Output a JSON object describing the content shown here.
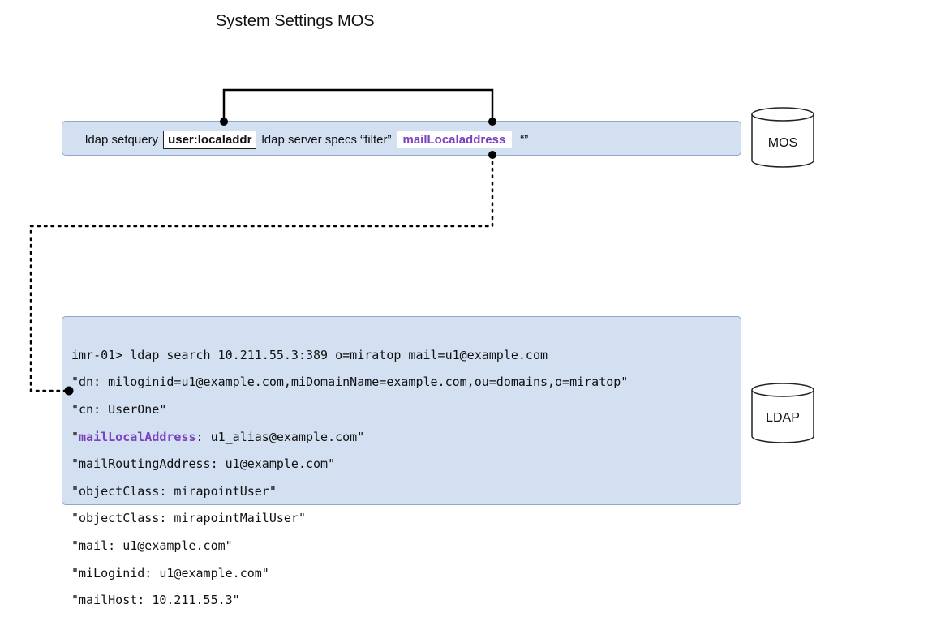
{
  "title": "System Settings MOS",
  "top_panel": {
    "prefix": "ldap setquery",
    "key": "user:localaddr",
    "middle": "ldap server specs “filter”",
    "attribute": "mailLocaladdress",
    "suffix": "“”"
  },
  "bottom_panel": {
    "lines": [
      "imr-01> ldap search 10.211.55.3:389 o=miratop mail=u1@example.com",
      "\"dn: miloginid=u1@example.com,miDomainName=example.com,ou=domains,o=miratop\"",
      "\"cn: UserOne\"",
      "\"mailLocalAddress: u1_alias@example.com\"",
      "\"mailRoutingAddress: u1@example.com\"",
      "\"objectClass: mirapointUser\"",
      "\"objectClass: mirapointMailUser\"",
      "\"mail: u1@example.com\"",
      "\"miLoginid: u1@example.com\"",
      "\"mailHost: 10.211.55.3\""
    ],
    "highlight": {
      "open_quote": "\"",
      "attribute": "mailLocalAddress",
      "rest": ": u1_alias@example.com\""
    }
  },
  "databases": [
    {
      "label": "MOS"
    },
    {
      "label": "LDAP"
    }
  ],
  "colors": {
    "panel_fill": "#d3e0f1",
    "panel_border": "#8fa8c8",
    "highlight": "#7b3fc0"
  }
}
